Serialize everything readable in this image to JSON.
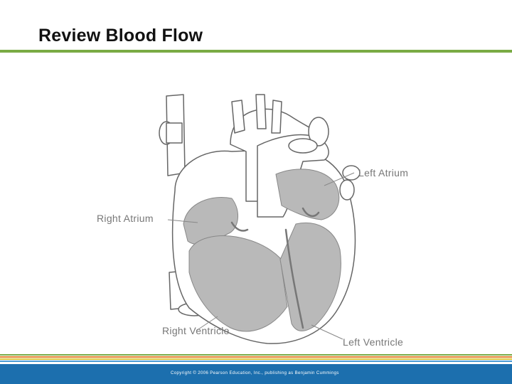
{
  "slide": {
    "title": "Review Blood Flow"
  },
  "diagram": {
    "labels": {
      "left_atrium": "Left Atrium",
      "right_atrium": "Right Atrium",
      "right_ventricle": "Right Ventricle",
      "left_ventricle": "Left Ventricle"
    }
  },
  "footer": {
    "copyright": "Copyright © 2006 Pearson Education, Inc., publishing as Benjamin Cummings"
  },
  "colors": {
    "accent_rule": "#7aab45",
    "footer_bar": "#1c6fae",
    "chamber_fill": "#b9b9b9",
    "vessel_outline": "#666666"
  }
}
